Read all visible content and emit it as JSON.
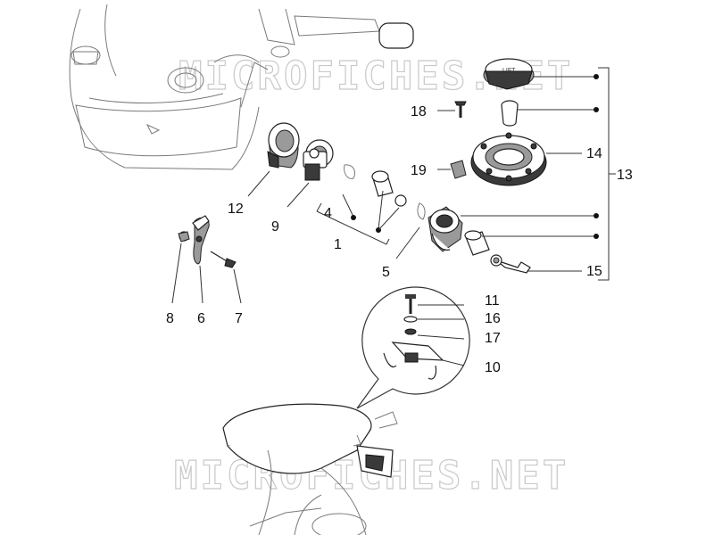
{
  "watermark": "MICROFICHES.NET",
  "lift_marking": "LIFT",
  "callouts": {
    "c1": "1",
    "c4": "4",
    "c5": "5",
    "c6": "6",
    "c7": "7",
    "c8": "8",
    "c9": "9",
    "c10": "10",
    "c11": "11",
    "c12": "12",
    "c13": "13",
    "c14": "14",
    "c15": "15",
    "c16": "16",
    "c17": "17",
    "c18": "18",
    "c19": "19"
  }
}
